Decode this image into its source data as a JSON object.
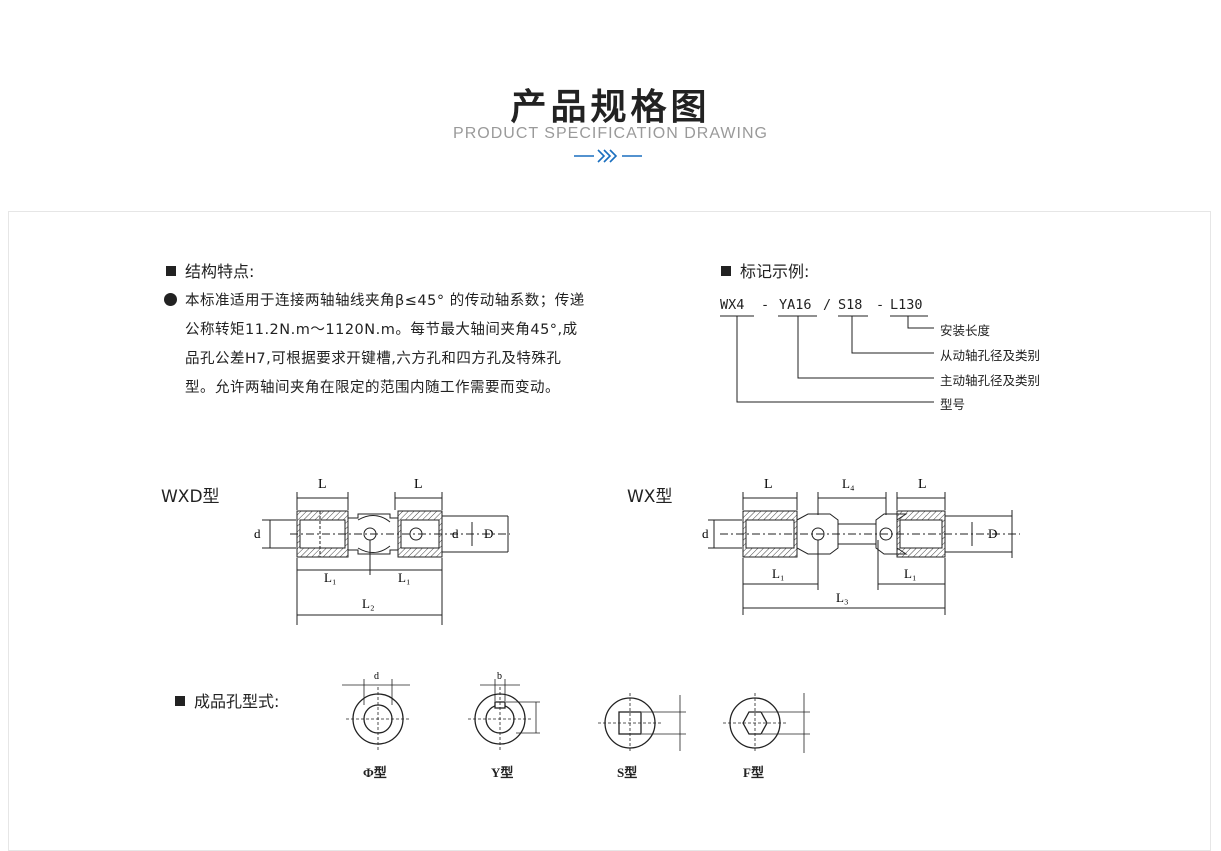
{
  "header": {
    "title": "产品规格图",
    "subtitle": "PRODUCT SPECIFICATION DRAWING",
    "accent_color": "#1a6fbf"
  },
  "features": {
    "heading": "结构特点:",
    "text": "本标准适用于连接两轴轴线夹角β≤45° 的传动轴系数；传递公称转矩11.2N.m～1120N.m。每节最大轴间夹角45°,成品孔公差H7,可根据要求开键槽,六方孔和四方孔及特殊孔型。允许两轴间夹角在限定的范围内随工作需要而变动。"
  },
  "marking": {
    "heading": "标记示例:",
    "code": {
      "part1": "WX4",
      "sep1": "-",
      "part2": "YA16",
      "sep2": "/",
      "part3": "S18",
      "sep3": "-",
      "part4": "L130"
    },
    "labels": {
      "length": "安装长度",
      "driven": "从动轴孔径及类别",
      "driving": "主动轴孔径及类别",
      "model": "型号"
    }
  },
  "drawings": {
    "wxd": {
      "label": "WXD型",
      "dims": {
        "L": "L",
        "L1": "L₁",
        "L2": "L₂",
        "d": "d",
        "D": "D"
      }
    },
    "wx": {
      "label": "WX型",
      "dims": {
        "L": "L",
        "L4": "L₄",
        "L1": "L₁",
        "L3": "L₃",
        "d": "d",
        "D": "D"
      }
    }
  },
  "holes": {
    "heading": "成品孔型式:",
    "types": [
      {
        "label": "Φ型",
        "dim": "d"
      },
      {
        "label": "Y型",
        "dim": "b"
      },
      {
        "label": "S型",
        "dim": ""
      },
      {
        "label": "F型",
        "dim": ""
      }
    ]
  }
}
